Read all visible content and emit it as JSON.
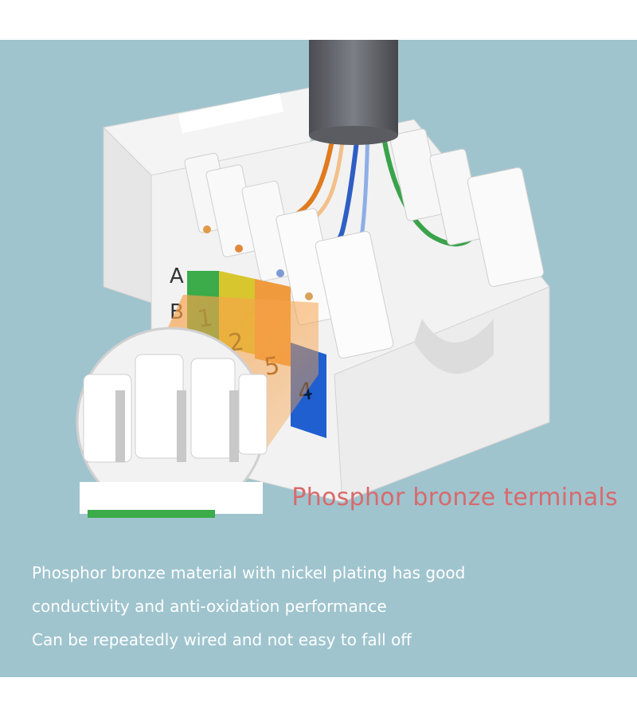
{
  "colors": {
    "background": "#9fc4ce",
    "heading": "#d76a6d",
    "description": "#ffffff",
    "label_green": "#3cab49",
    "label_yellow": "#d8c62e",
    "label_orange": "#ef9b3d",
    "label_blue": "#1f5fd0"
  },
  "jack": {
    "row_labels": [
      "A",
      "B"
    ],
    "pin_labels": [
      "1",
      "2",
      "5",
      "4"
    ]
  },
  "heading": "Phosphor bronze terminals",
  "description": [
    "Phosphor bronze material with nickel plating has good",
    "conductivity and anti-oxidation performance",
    "Can be repeatedly wired and not easy to fall off"
  ]
}
